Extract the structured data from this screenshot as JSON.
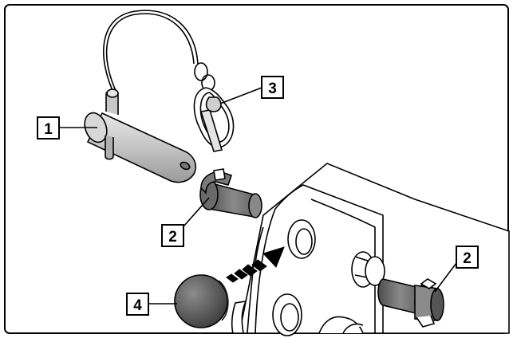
{
  "callouts": {
    "c1": "1",
    "c2a": "2",
    "c2b": "2",
    "c3": "3",
    "c4": "4"
  },
  "colors": {
    "part_gray": "#b5b5b5",
    "dark_gray": "#5f5f5f",
    "line": "#000000",
    "background": "#ffffff"
  }
}
